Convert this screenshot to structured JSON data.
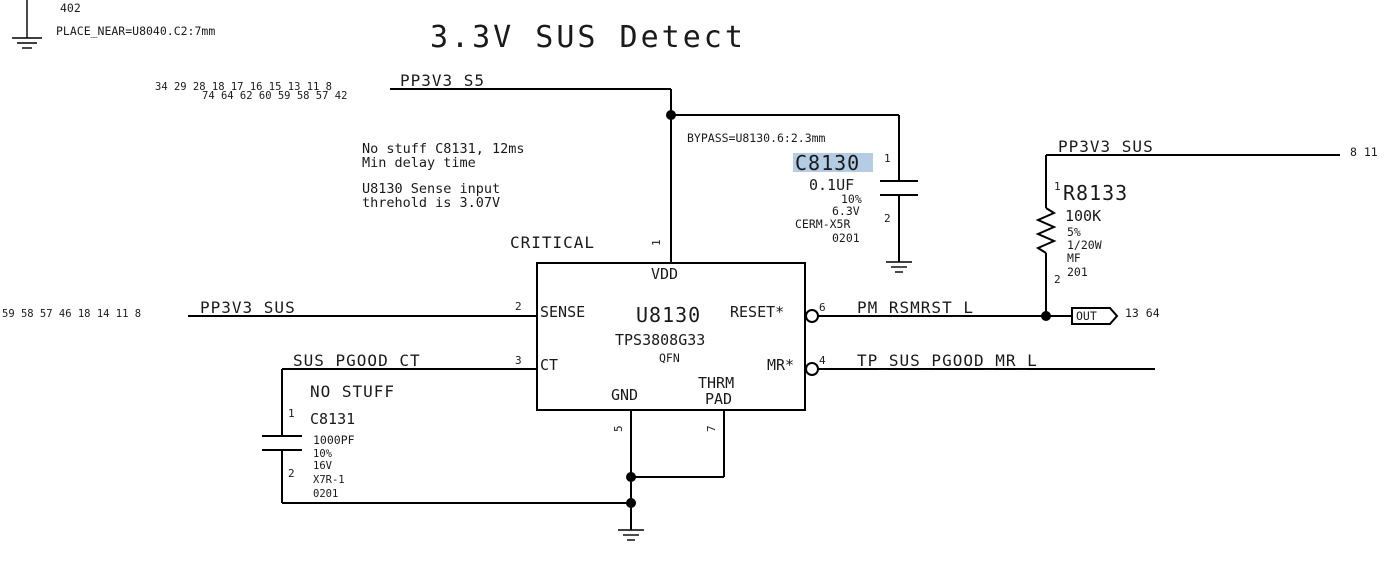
{
  "title": "3.3V SUS Detect",
  "top_left": {
    "value": "402",
    "place_note": "PLACE_NEAR=U8040.C2:7mm"
  },
  "notes": {
    "line1": "No stuff C8131, 12ms",
    "line2": "Min delay time",
    "line3": "U8130 Sense input",
    "line4": "threhold is 3.07V"
  },
  "nets": {
    "pp3v3_s5": {
      "name": "PP3V3_S5",
      "refs_row1": "34 29 28 18 17 16 15 13 11 8",
      "refs_row2": "74 64 62 60 59 58 57 42"
    },
    "pp3v3_sus_left": {
      "name": "PP3V3_SUS",
      "refs": "59 58 57 46 18 14 11 8"
    },
    "pp3v3_sus_right": {
      "name": "PP3V3_SUS",
      "refs": "8 11"
    },
    "sus_pgood_ct": {
      "name": "SUS_PGOOD_CT"
    },
    "pm_rsmrst_l": {
      "name": "PM_RSMRST_L",
      "refs": "13 64",
      "port": "OUT"
    },
    "tp_sus_pgood_mr_l": {
      "name": "TP_SUS_PGOOD_MR_L"
    }
  },
  "u8130": {
    "ref": "U8130",
    "part": "TPS3808G33",
    "package": "QFN",
    "critical": "CRITICAL",
    "pins": {
      "vdd": {
        "label": "VDD",
        "num": "1"
      },
      "sense": {
        "label": "SENSE",
        "num": "2"
      },
      "ct": {
        "label": "CT",
        "num": "3"
      },
      "reset": {
        "label": "RESET*",
        "num": "6"
      },
      "mr": {
        "label": "MR*",
        "num": "4"
      },
      "gnd": {
        "label": "GND",
        "num": "5"
      },
      "thrm": {
        "label_line1": "THRM",
        "label_line2": "PAD",
        "num": "7"
      }
    }
  },
  "c8130": {
    "bypass": "BYPASS=U8130.6:2.3mm",
    "ref": "C8130",
    "value": "0.1UF",
    "tol": "10%",
    "voltage": "6.3V",
    "dielectric": "CERM-X5R",
    "size": "0201",
    "pin1": "1",
    "pin2": "2",
    "highlight_color": "#b4cce4"
  },
  "c8131": {
    "ref": "C8131",
    "no_stuff": "NO STUFF",
    "value": "1000PF",
    "tol": "10%",
    "voltage": "16V",
    "dielectric": "X7R-1",
    "size": "0201",
    "pin1": "1",
    "pin2": "2"
  },
  "r8133": {
    "ref": "R8133",
    "value": "100K",
    "tol": "5%",
    "power": "1/20W",
    "type": "MF",
    "size": "201",
    "pin1": "1",
    "pin2": "2"
  }
}
